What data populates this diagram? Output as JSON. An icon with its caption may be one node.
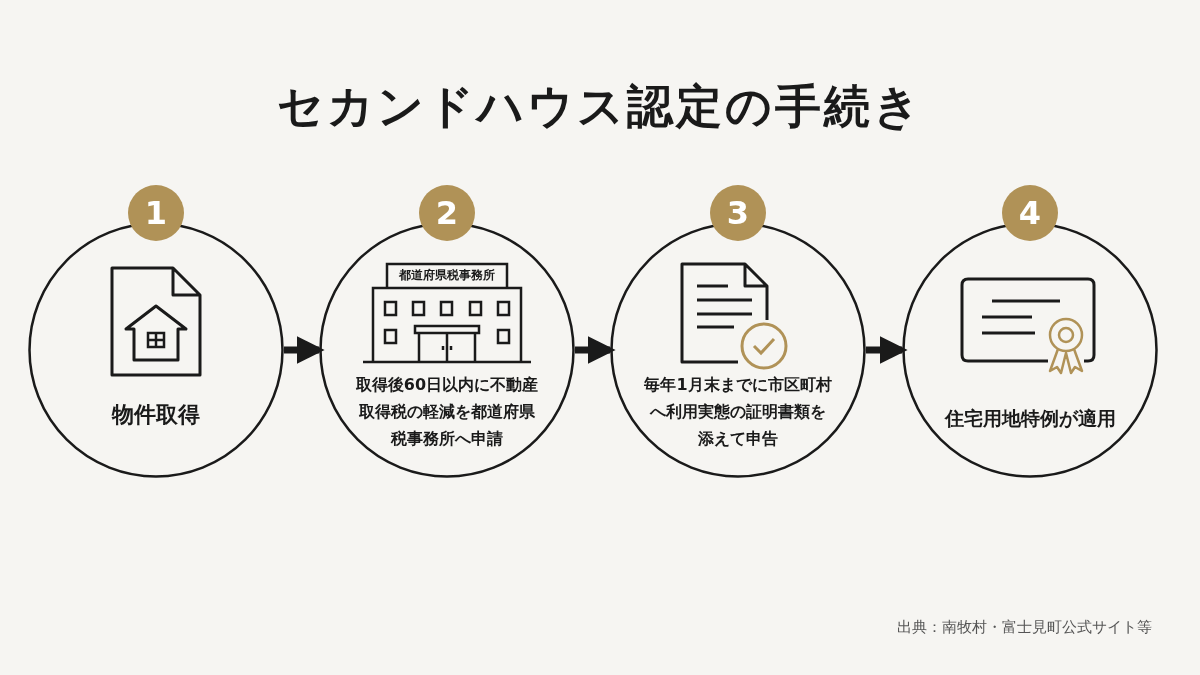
{
  "diagram": {
    "title": "セカンドハウス認定の手続き",
    "nodes": [
      {
        "text": [
          "1",
          "物件取得"
        ]
      },
      {
        "text": [
          "2",
          "都道府県税事務所",
          "取得後60日以内に不動産取得税の軽減を都道府県税事務所へ申請"
        ]
      },
      {
        "text": [
          "3",
          "毎年1月末までに市区町村へ利用実態の証明書類を添えて申告"
        ]
      },
      {
        "text": [
          "4",
          "住宅用地特例が適用"
        ]
      }
    ],
    "edges": [
      {
        "from": 0,
        "to": 1,
        "arrow": "to"
      },
      {
        "from": 1,
        "to": 2,
        "arrow": "to"
      },
      {
        "from": 2,
        "to": 3,
        "arrow": "to"
      }
    ],
    "caption": "出典：南牧村・富士見町公式サイト等"
  }
}
